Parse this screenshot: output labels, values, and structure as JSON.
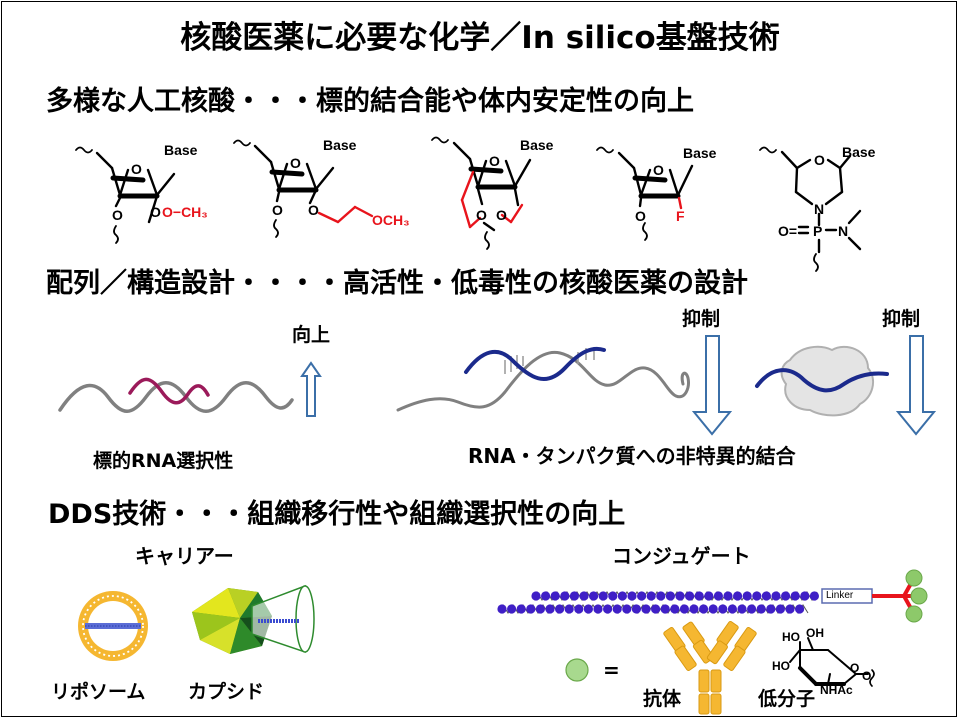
{
  "title": "核酸医薬に必要な化学／In silico基盤技術",
  "sections": {
    "nucleic": "多様な人工核酸・・・標的結合能や体内安定性の向上",
    "design": "配列／構造設計・・・・高活性・低毒性の核酸医薬の設計",
    "dds": "DDS技術・・・組織移行性や組織選択性の向上"
  },
  "chem": {
    "base": "Base",
    "och3": "O−CH₃",
    "och3b": "OCH₃",
    "o": "O",
    "f": "F",
    "n": "N",
    "p": "P",
    "ho": "HO",
    "oh": "OH",
    "nhac": "NHAc",
    "oeq": "O="
  },
  "design": {
    "up_label": "向上",
    "target_label": "標的RNA選択性",
    "suppress_label_1": "抑制",
    "suppress_label_2": "抑制",
    "offtarget_label": "RNA・タンパク質への非特異的結合"
  },
  "dds": {
    "carrier_title": "キャリアー",
    "conjugate_title": "コンジュゲート",
    "liposome": "リポソーム",
    "capsid": "カプシド",
    "linker": "Linker",
    "equals": "=",
    "antibody": "抗体",
    "small_molecule": "低分子"
  },
  "colors": {
    "red": "#e8141c",
    "navy": "#1b2a8c",
    "magenta": "#9b1a5a",
    "arrow": "#3b6fa8",
    "orange": "#f5b731",
    "green_ball": "#8dc96a",
    "bead": "#3f1fc6"
  }
}
